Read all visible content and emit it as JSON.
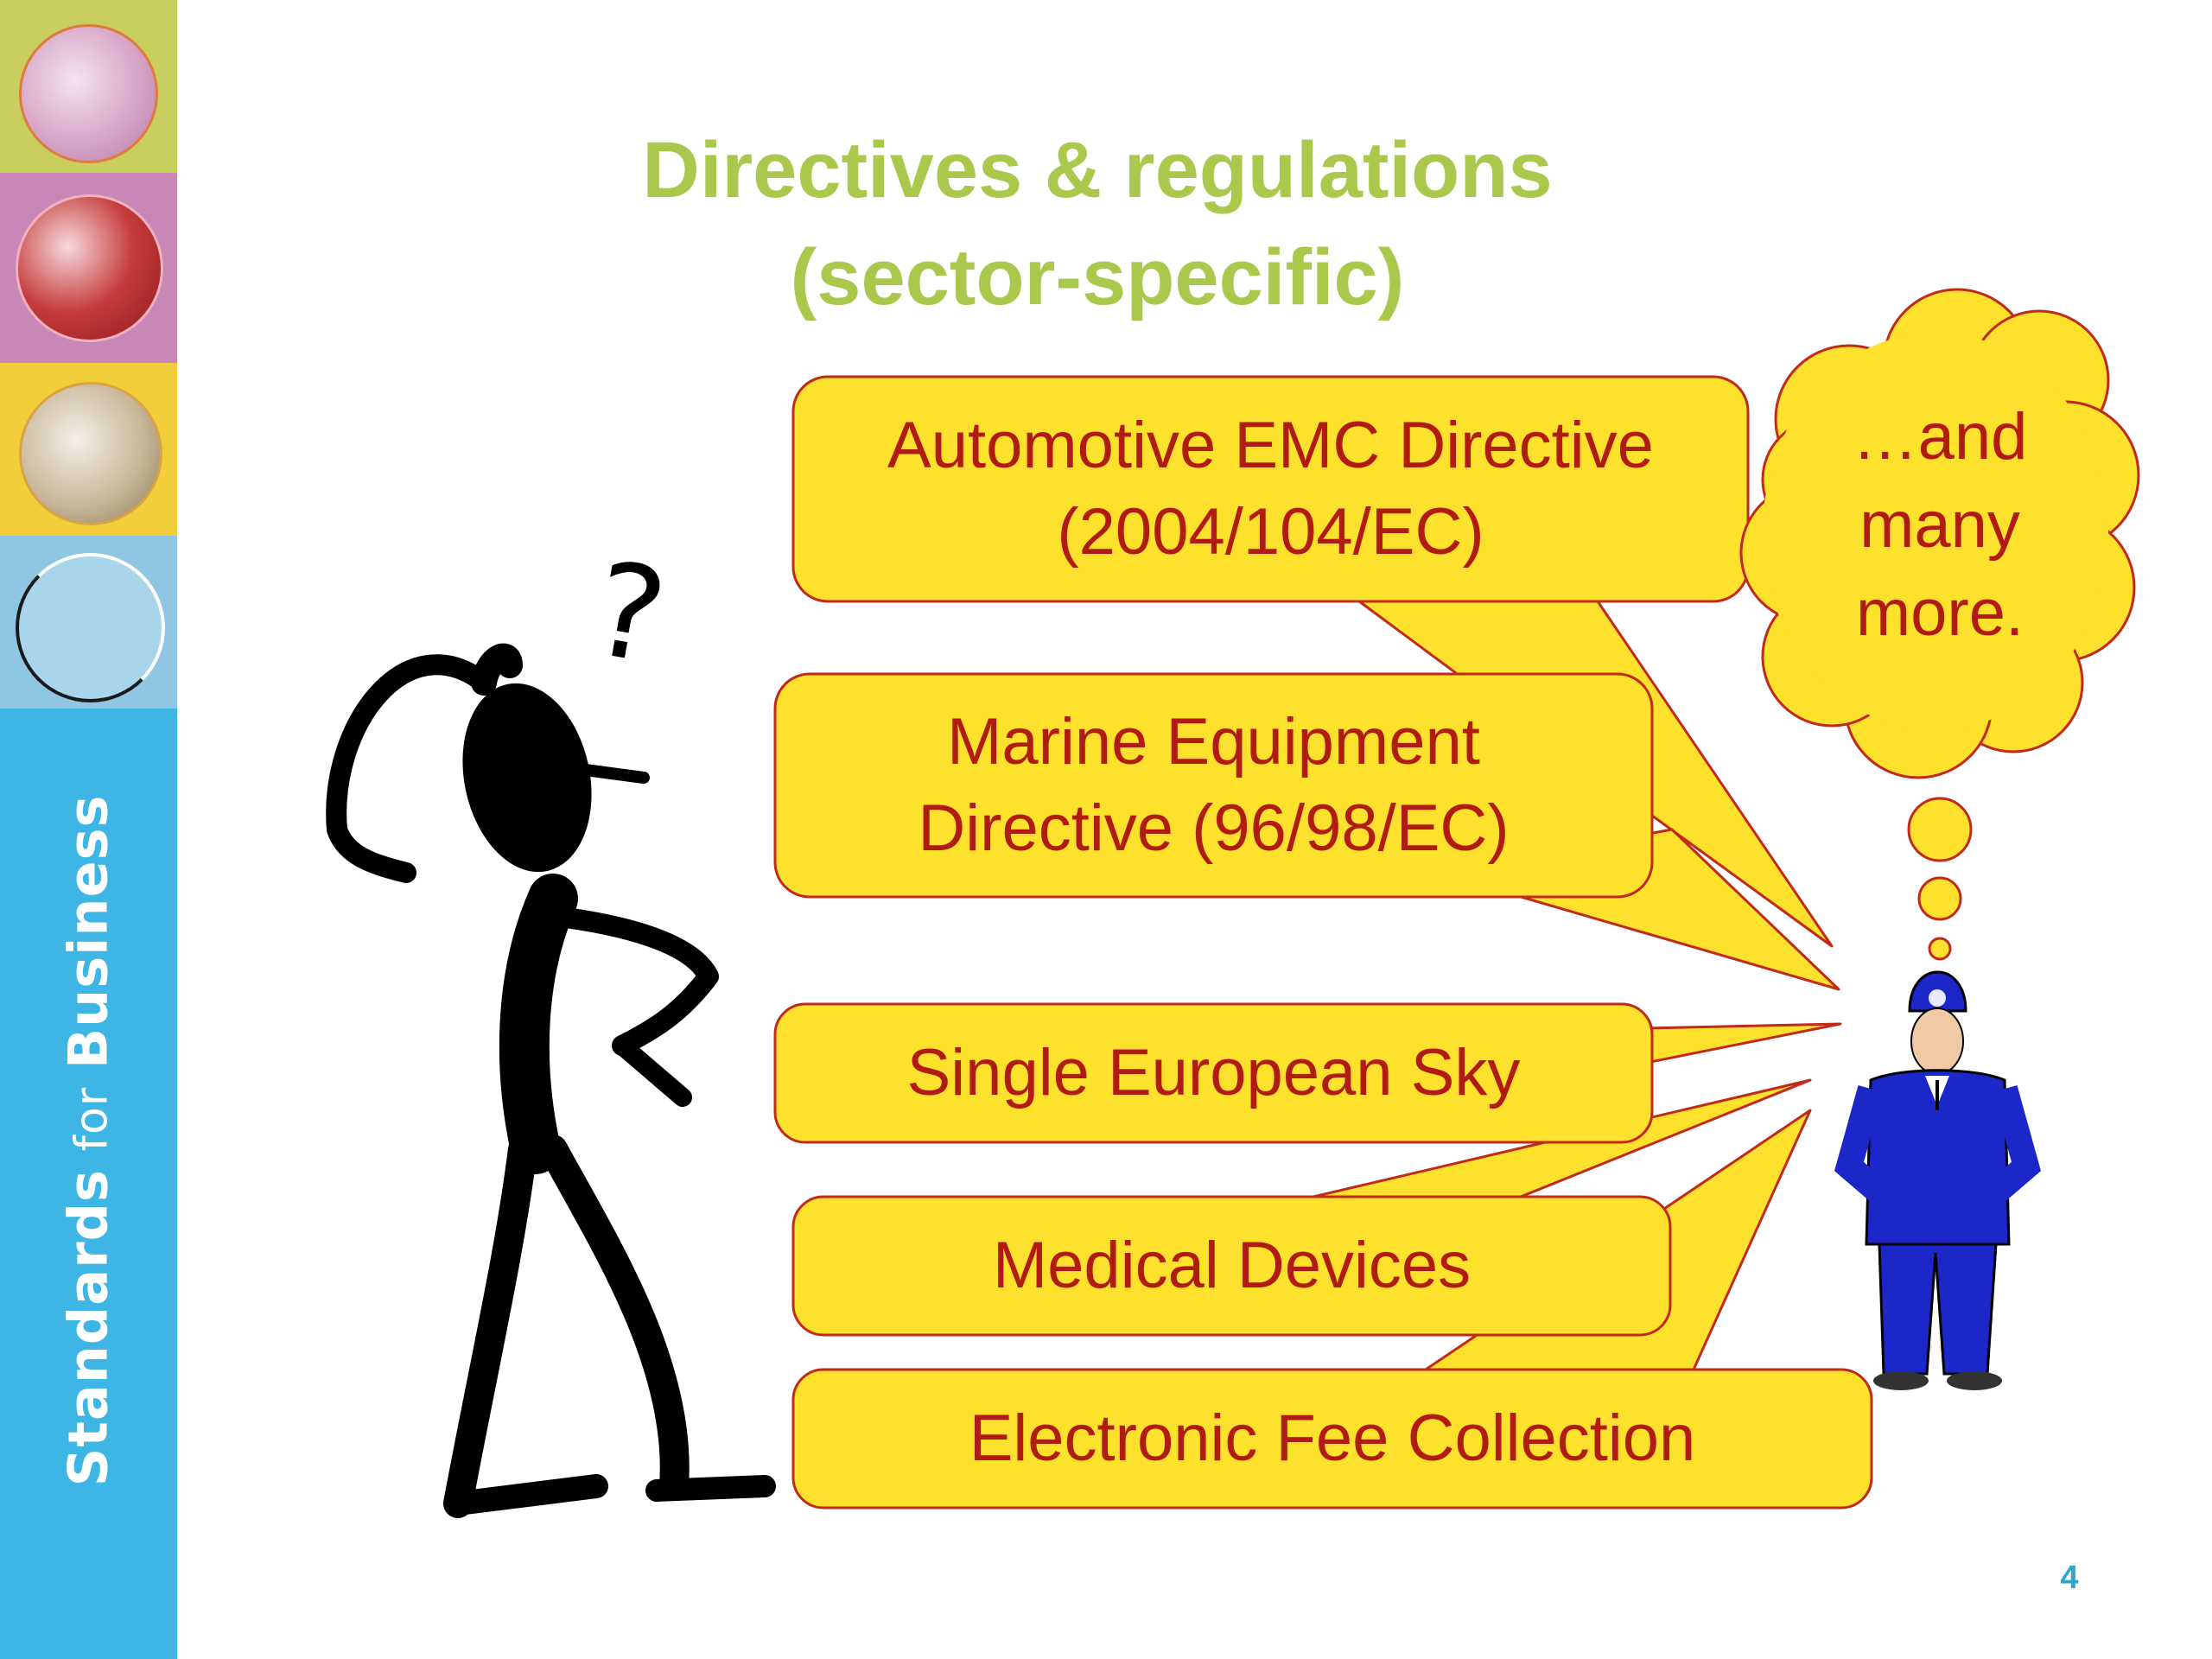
{
  "slide": {
    "title_line1": "Directives & regulations",
    "title_line2": "(sector-specific)",
    "page_number": "4"
  },
  "sidebar": {
    "brand_word1": "Standards",
    "brand_word2": "for",
    "brand_word3": "Business",
    "tile_colors": [
      "#c9cf5e",
      "#c987b8",
      "#f2cf3a",
      "#8fc6e3"
    ],
    "brand_color": "#3db6e6"
  },
  "callouts": {
    "items": [
      {
        "line1": "Automotive EMC Directive",
        "line2": "(2004/104/EC)"
      },
      {
        "line1": "Marine Equipment",
        "line2": "Directive (96/98/EC)"
      },
      {
        "line1": "Single European Sky"
      },
      {
        "line1": "Medical Devices"
      },
      {
        "line1": "Electronic Fee Collection"
      }
    ],
    "fill_color": "#fde12d",
    "text_color": "#b01c12"
  },
  "thought_bubble": {
    "line1": "…and",
    "line2": "many",
    "line3": "more."
  },
  "illustrations": {
    "left_figure": "confused-stick-figure-icon",
    "question_mark": "?",
    "right_figure": "police-officer-icon"
  }
}
